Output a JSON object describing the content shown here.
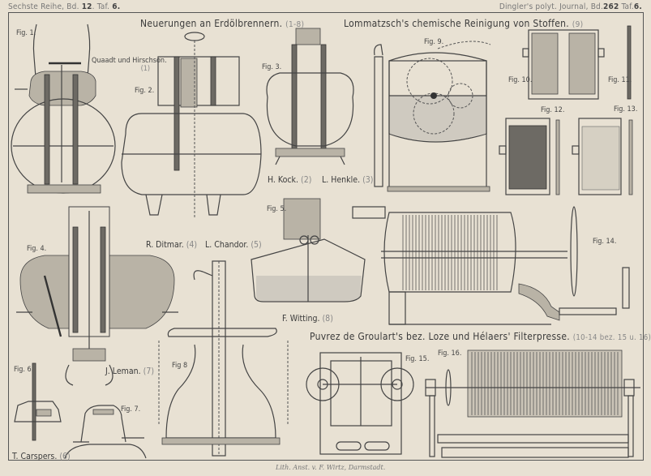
{
  "header": {
    "left": {
      "series": "Sechste Reihe, Bd.",
      "volume": "12",
      "plate_prefix": ". Taf.",
      "plate": "6."
    },
    "right": {
      "journal": "Dingler's polyt. Journal, Bd.",
      "volume": "262",
      "plate_prefix": " Taf.",
      "plate": "6."
    }
  },
  "sections": [
    {
      "title": "Neuerungen an Erdölbrennern.",
      "range": "(1-8)"
    },
    {
      "title": "Lommatzsch's chemische Reinigung von Stoffen.",
      "range": "(9)"
    },
    {
      "title": "Puvrez de Groulart's bez. Loze und Hélaers' Filterpresse.",
      "range": "(10-14 bez. 15 u. 16)"
    }
  ],
  "figures": [
    {
      "label": "Fig. 1."
    },
    {
      "label": "Fig. 2."
    },
    {
      "label": "Fig. 3."
    },
    {
      "label": "Fig. 4."
    },
    {
      "label": "Fig. 5."
    },
    {
      "label": "Fig. 6."
    },
    {
      "label": "Fig. 7."
    },
    {
      "label": "Fig 8"
    },
    {
      "label": "Fig. 9."
    },
    {
      "label": "Fig. 10."
    },
    {
      "label": "Fig. 11."
    },
    {
      "label": "Fig. 12."
    },
    {
      "label": "Fig. 13."
    },
    {
      "label": "Fig. 14."
    },
    {
      "label": "Fig. 15."
    },
    {
      "label": "Fig. 16."
    }
  ],
  "inventors": [
    {
      "name": "Quaadt und Hirschson.",
      "ref": "(1)"
    },
    {
      "name": "H. Kock.",
      "ref": "(2)"
    },
    {
      "name": "L. Henkle.",
      "ref": "(3)"
    },
    {
      "name": "R. Ditmar.",
      "ref": "(4)"
    },
    {
      "name": "L. Chandor.",
      "ref": "(5)"
    },
    {
      "name": "T. Carspers.",
      "ref": "(6)"
    },
    {
      "name": "J. Leman.",
      "ref": "(7)"
    },
    {
      "name": "F. Witting.",
      "ref": "(8)"
    }
  ],
  "imprint": "Lith. Anst. v. F. Wirtz, Darmstadt."
}
